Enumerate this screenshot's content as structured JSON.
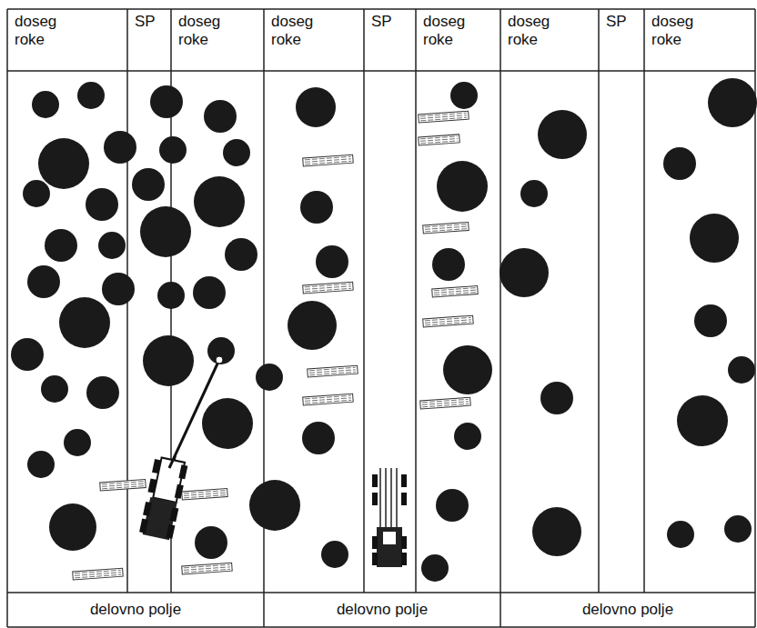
{
  "diagram": {
    "nodes": [
      {
        "text": [
          "doseg roke"
        ]
      },
      {
        "text": [
          "SP"
        ]
      },
      {
        "text": [
          "doseg roke"
        ]
      },
      {
        "text": [
          "doseg roke"
        ]
      },
      {
        "text": [
          "SP"
        ]
      },
      {
        "text": [
          "doseg roke"
        ]
      },
      {
        "text": [
          "doseg roke"
        ]
      },
      {
        "text": [
          "SP"
        ]
      },
      {
        "text": [
          "doseg roke"
        ]
      },
      {
        "text": [
          "delovno polje"
        ]
      },
      {
        "text": [
          "delovno polje"
        ]
      },
      {
        "text": [
          "delovno polje"
        ]
      }
    ]
  }
}
